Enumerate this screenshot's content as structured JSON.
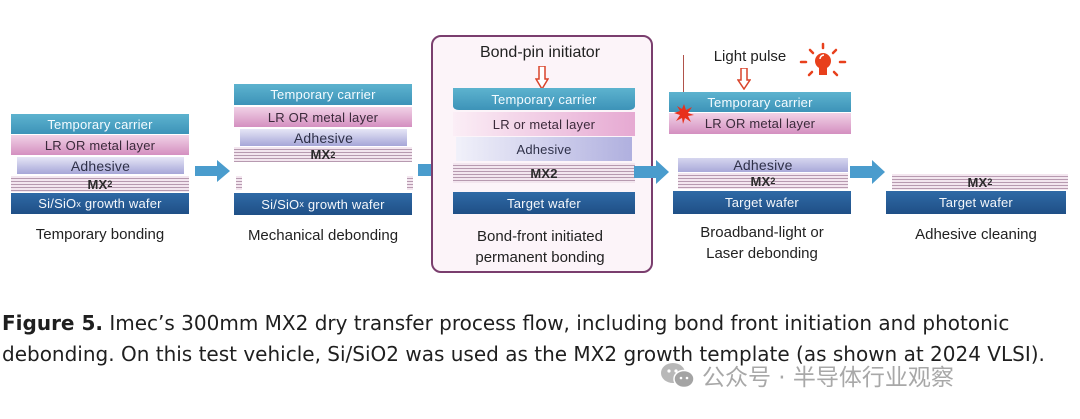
{
  "diagram": {
    "steps": [
      {
        "id": "temporary-bonding",
        "label": "Temporary bonding",
        "layers": {
          "carrier": "Temporary carrier",
          "lr": "LR OR metal layer",
          "adhesive": "Adhesive",
          "mx": "MX",
          "mx_sub": "2",
          "wafer": "Si/SiO",
          "wafer_sub": "x",
          "wafer_rest": " growth wafer"
        }
      },
      {
        "id": "mechanical-debonding",
        "label": "Mechanical debonding",
        "layers": {
          "carrier": "Temporary carrier",
          "lr": "LR OR metal layer",
          "adhesive": "Adhesive",
          "mx": "MX",
          "mx_sub": "2",
          "wafer": "Si/SiO",
          "wafer_sub": "x",
          "wafer_rest": " growth wafer"
        }
      },
      {
        "id": "bond-front-initiated",
        "label_line1": "Bond-front initiated",
        "label_line2": "permanent bonding",
        "initiator": "Bond-pin initiator",
        "layers": {
          "carrier": "Temporary carrier",
          "lr": "LR or metal layer",
          "adhesive": "Adhesive",
          "mx": "MX2",
          "wafer": "Target wafer"
        }
      },
      {
        "id": "light-debonding",
        "label_line1": "Broadband-light or",
        "label_line2": "Laser debonding",
        "pulse": "Light pulse",
        "layers": {
          "carrier": "Temporary carrier",
          "lr": "LR OR metal layer",
          "adhesive": "Adhesive",
          "mx": "MX",
          "mx_sub": "2",
          "wafer": "Target wafer"
        }
      },
      {
        "id": "adhesive-cleaning",
        "label": "Adhesive cleaning",
        "layers": {
          "mx": "MX",
          "mx_sub": "2",
          "wafer": "Target wafer"
        }
      }
    ],
    "colors": {
      "arrow": "#4a9ccd",
      "frame": "#7a3e6e",
      "initiator_arrow": "#d9442b",
      "bulb": "#e8401c"
    }
  },
  "caption": {
    "figure_label": "Figure 5.",
    "text": " Imec’s 300mm MX2 dry transfer process flow, including bond front initiation and photonic debonding. On this test vehicle, Si/SiO2 was used as the MX2 growth template (as shown at 2024 VLSI)."
  },
  "watermark": {
    "text": "公众号 · 半导体行业观察",
    "icon": "wechat-icon"
  }
}
